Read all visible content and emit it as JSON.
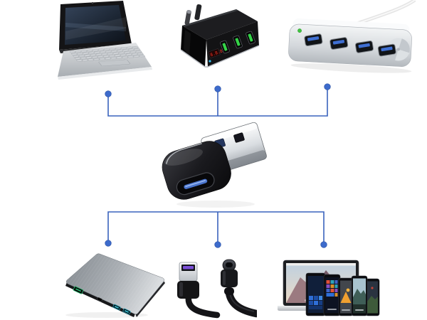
{
  "image": {
    "kind": "USB adapter compatibility collage",
    "background": "#ffffff"
  },
  "connector": {
    "line_color": "#3a63bd",
    "dot_color": "#3d6bcc",
    "dot_edge_color": "#2f55a8"
  },
  "adapter": {
    "label": "USB-A male to USB-C female adapter"
  },
  "top_devices": [
    {
      "id": "netbook",
      "label": "Netbook laptop"
    },
    {
      "id": "wall-charger",
      "label": "3-port USB wall charger with LED display"
    },
    {
      "id": "usb-hub",
      "label": "4-port aluminum USB hub"
    }
  ],
  "bottom_devices": [
    {
      "id": "power-bank",
      "label": "Slim portable power bank"
    },
    {
      "id": "usb-c-cable",
      "label": "USB-A to USB-C cable"
    },
    {
      "id": "mobile-devices",
      "label": "Laptop, tablets and smartphones"
    }
  ],
  "accent_colors": {
    "usb3_tab_blue": "#3f6fd2",
    "usb_c_tongue_blue": "#6f9be0",
    "charger_port_green": "#35d348",
    "charger_display_red": "#ff3526",
    "charger_led_blue": "#35c0f0",
    "hub_led_green": "#3ec43e",
    "cable_tab_purple": "#7a4fd8",
    "powerbank_port_teal": "#37c3d8",
    "powerbank_port_green": "#24b36b"
  }
}
